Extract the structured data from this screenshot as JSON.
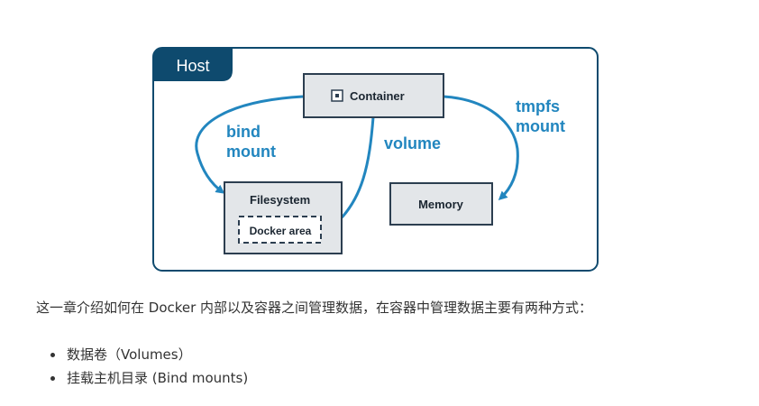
{
  "diagram": {
    "host_label": "Host",
    "container_label": "Container",
    "filesystem_label": "Filesystem",
    "docker_area_label": "Docker area",
    "memory_label": "Memory",
    "bind_mount_line1": "bind",
    "bind_mount_line2": "mount",
    "volume_label": "volume",
    "tmpfs_line1": "tmpfs",
    "tmpfs_line2": "mount",
    "colors": {
      "host_border": "#0e4a6e",
      "host_tab": "#0e4a6e",
      "arrow": "#2286bf",
      "box_fill": "#e3e6e9",
      "box_border": "#2c3e50"
    }
  },
  "intro_text": "这一章介绍如何在 Docker 内部以及容器之间管理数据，在容器中管理数据主要有两种方式：",
  "list": [
    "数据卷（Volumes）",
    "挂载主机目录 (Bind mounts)"
  ]
}
